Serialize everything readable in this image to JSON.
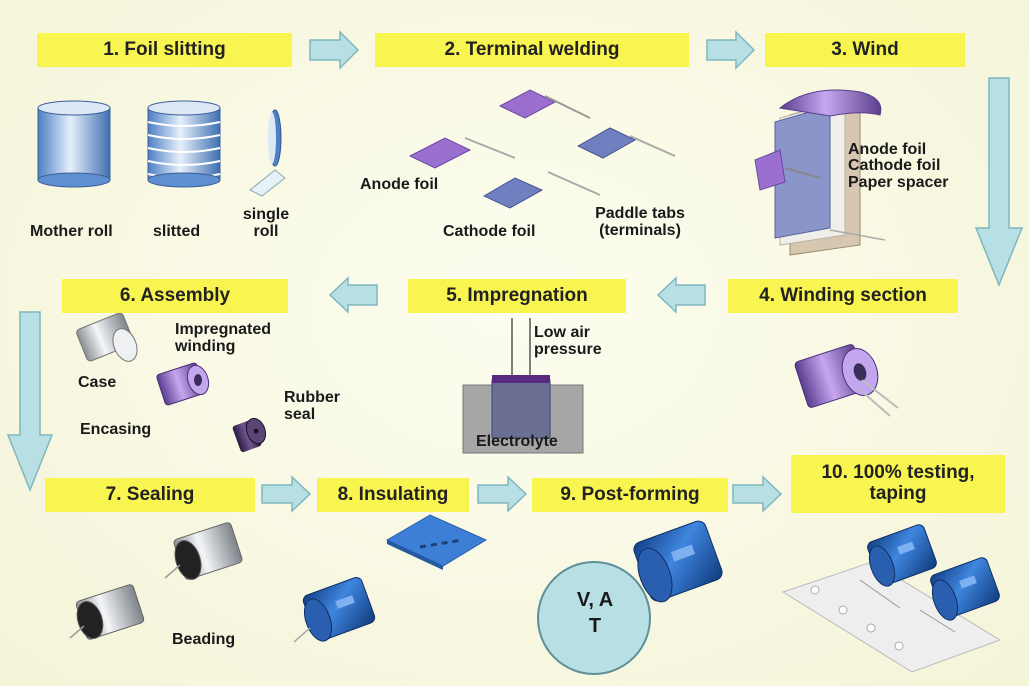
{
  "steps": {
    "s1": "1. Foil slitting",
    "s2": "2. Terminal welding",
    "s3": "3. Wind",
    "s4": "4. Winding section",
    "s5": "5. Impregnation",
    "s6": "6. Assembly",
    "s7": "7. Sealing",
    "s8": "8. Insulating",
    "s9": "9. Post-forming",
    "s10": "10. 100% testing, taping"
  },
  "labels": {
    "mother_roll": "Mother roll",
    "slitted": "slitted",
    "single_roll": "single roll",
    "anode_foil": "Anode foil",
    "cathode_foil": "Cathode foil",
    "paddle_tabs": "Paddle tabs (terminals)",
    "wind_anode": "Anode foil",
    "wind_cathode": "Cathode foil",
    "wind_paper": "Paper spacer",
    "low_air": "Low air pressure",
    "electrolyte": "Electrolyte",
    "impregnated_winding": "Impregnated winding",
    "case": "Case",
    "encasing": "Encasing",
    "rubber_seal": "Rubber seal",
    "beading": "Beading",
    "vat_line1": "V, A",
    "vat_line2": "T"
  },
  "colors": {
    "step_bg": "#f8f550",
    "arrow_fill": "#b8dfe3",
    "arrow_stroke": "#7fb7c0",
    "anode": "#9a6fd0",
    "cathode": "#6f7fc0",
    "capacitor_blue": "#2f6fc8"
  }
}
